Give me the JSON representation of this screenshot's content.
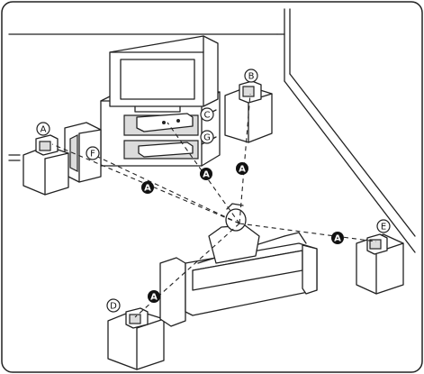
{
  "labels": {
    "a": "A",
    "b": "B",
    "c": "C",
    "d": "D",
    "e": "E",
    "f": "F",
    "g": "G"
  }
}
